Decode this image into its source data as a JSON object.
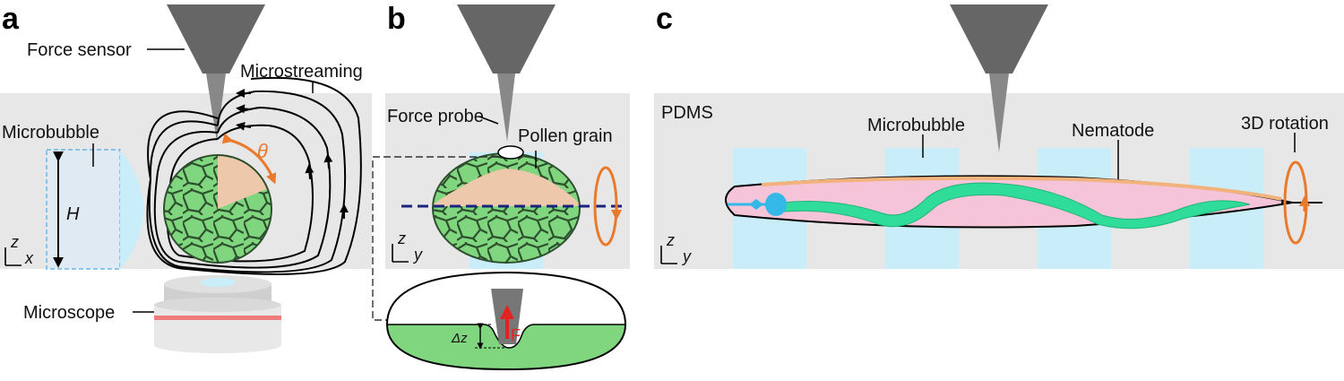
{
  "panels": {
    "a": "a",
    "b": "b",
    "c": "c"
  },
  "a": {
    "force_sensor": "Force sensor",
    "microstreaming": "Microstreaming",
    "microbubble": "Microbubble",
    "microscope": "Microscope",
    "height": "H",
    "angle": "θ",
    "axis_z": "z",
    "axis_x": "x"
  },
  "b": {
    "force_probe": "Force probe",
    "pollen_grain": "Pollen grain",
    "delta_z": "Δz",
    "force": "F",
    "axis_z": "z",
    "axis_y": "y"
  },
  "c": {
    "pdms": "PDMS",
    "microbubble": "Microbubble",
    "nematode": "Nematode",
    "rotation": "3D rotation",
    "axis_z": "z",
    "axis_y": "y"
  },
  "colors": {
    "channel": "#e7e7e7",
    "bubble": "#c9eefa",
    "cell": "#7fd67f",
    "cell_line": "#2e4f2e",
    "pollen_cap": "#edc8ab",
    "orange": "#ea7a2b",
    "worm": "#2fdc9a",
    "worm_body": "#f5c4d8",
    "blue": "#33b8e8",
    "probe": "#666666"
  }
}
